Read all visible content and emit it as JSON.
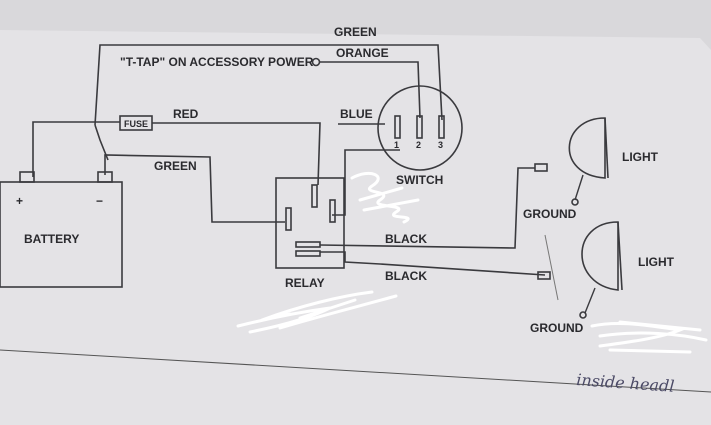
{
  "labels": {
    "green_top": "GREEN",
    "orange": "ORANGE",
    "ttap": "\"T-TAP\" ON ACCESSORY POWER",
    "fuse": "FUSE",
    "red": "RED",
    "blue": "BLUE",
    "green_mid": "GREEN",
    "switch": "SWITCH",
    "switch_pins": [
      "1",
      "2",
      "3"
    ],
    "battery": "BATTERY",
    "plus": "+",
    "minus": "−",
    "relay": "RELAY",
    "black_1": "BLACK",
    "black_2": "BLACK",
    "light_1": "LIGHT",
    "light_2": "LIGHT",
    "ground_1": "GROUND",
    "ground_2": "GROUND",
    "handwritten_note": "inside headl"
  },
  "colors": {
    "paper": "#e4e3e6",
    "ink": "#2a2a2e",
    "pencil_note": "#4b4a66",
    "scribble": "#ffffff"
  }
}
